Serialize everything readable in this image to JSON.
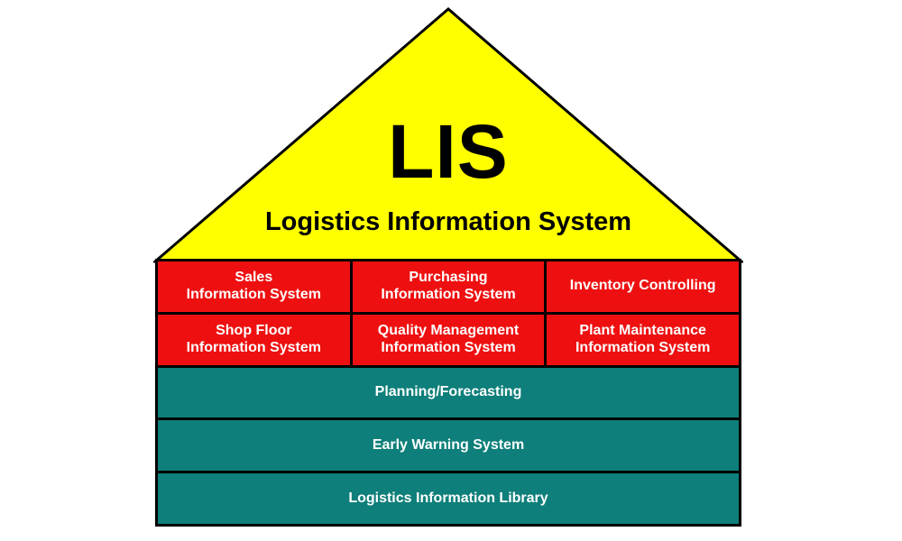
{
  "canvas": {
    "background": "#FFFFFF"
  },
  "colors": {
    "canvas_bg": "#FFFFFF",
    "roof_fill": "#FFFF00",
    "module_fill": "#EE1010",
    "foundation_fill": "#0E7F7A",
    "outline": "#000000",
    "roof_text": "#000000",
    "cell_text": "#FFFFFF"
  },
  "roof": {
    "title": "LIS",
    "subtitle": "Logistics Information System"
  },
  "modules": {
    "cells": [
      {
        "label": "Sales\nInformation System"
      },
      {
        "label": "Purchasing\nInformation System"
      },
      {
        "label": "Inventory Controlling"
      },
      {
        "label": "Shop Floor\nInformation System"
      },
      {
        "label": "Quality Management\nInformation System"
      },
      {
        "label": "Plant Maintenance\nInformation System"
      }
    ]
  },
  "foundation": {
    "rows": [
      {
        "label": "Planning/Forecasting"
      },
      {
        "label": "Early Warning System"
      },
      {
        "label": "Logistics Information Library"
      }
    ]
  }
}
